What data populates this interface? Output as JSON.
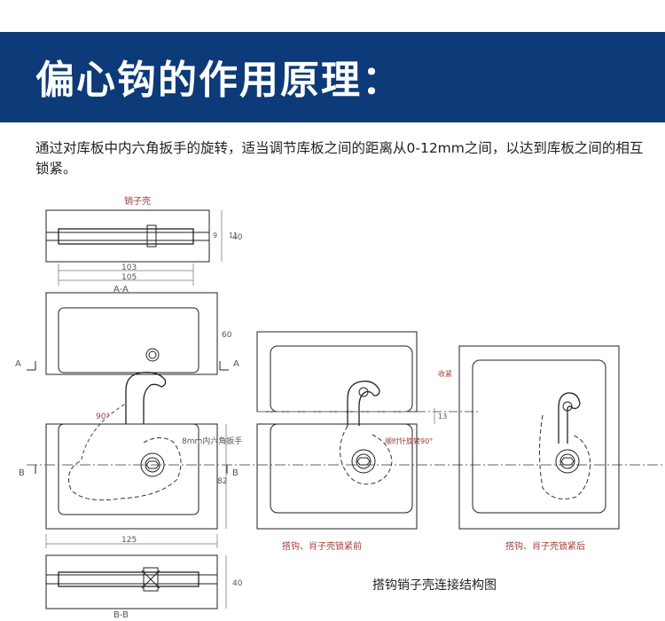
{
  "header": {
    "title": "偏心钩的作用原理："
  },
  "description": "通过对库板中内六角扳手的旋转，适当调节库板之间的距离从0-12mm之间，以达到库板之间的相互锁紧。",
  "drawing": {
    "top_view_label": "销子壳",
    "dim_103": "103",
    "dim_105": "105",
    "dim_9": "9",
    "dim_11": "11",
    "dim_40_top": "40",
    "section_aa": "A-A",
    "dim_60": "60",
    "marker_a": "A",
    "angle_label": "90°",
    "wrench_label": "8mm内六角扳手",
    "dim_82": "82",
    "marker_b": "B",
    "dim_125": "125",
    "dim_40_bottom": "40",
    "section_bb": "B-B",
    "caption_before": "搭钩、肖子壳锁紧前",
    "caption_after": "搭钩、肖子壳锁紧后",
    "label_shou": "收紧",
    "label_rotate": "顺时针旋转90°",
    "dim_13": "13",
    "main_caption": "搭钩销子壳连接结构图"
  },
  "colors": {
    "banner": "#0d3a78",
    "annotation_red": "#a33a3a"
  }
}
